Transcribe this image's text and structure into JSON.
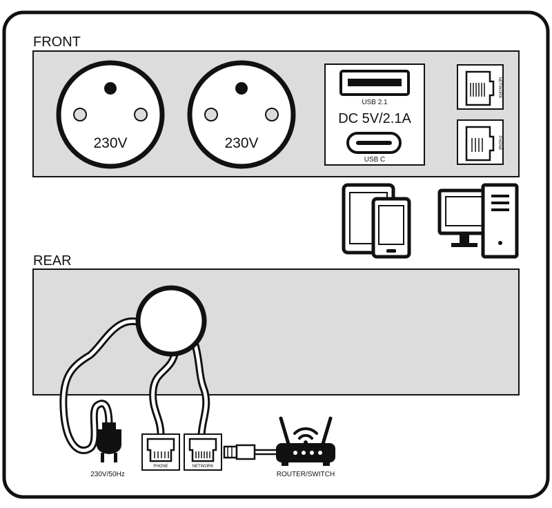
{
  "colors": {
    "outline": "#111111",
    "panel_fill": "#dcdcdc",
    "background": "#ffffff"
  },
  "sections": {
    "front": "FRONT",
    "rear": "REAR"
  },
  "front": {
    "socket_left_label": "230V",
    "socket_right_label": "230V",
    "usb_a_label": "USB 2.1",
    "dc_label": "DC 5V/2.1A",
    "usb_c_label": "USB C",
    "network_label": "NETWORK",
    "phone_label": "PHONE"
  },
  "devices": {
    "tablet_phone": "tablet-phone-icon",
    "computer": "desktop-computer-icon"
  },
  "rear": {
    "power_label": "230V/50Hz",
    "phone_label": "PHONE",
    "network_label": "NETWORK",
    "router_label": "ROUTER/SWITCH"
  }
}
